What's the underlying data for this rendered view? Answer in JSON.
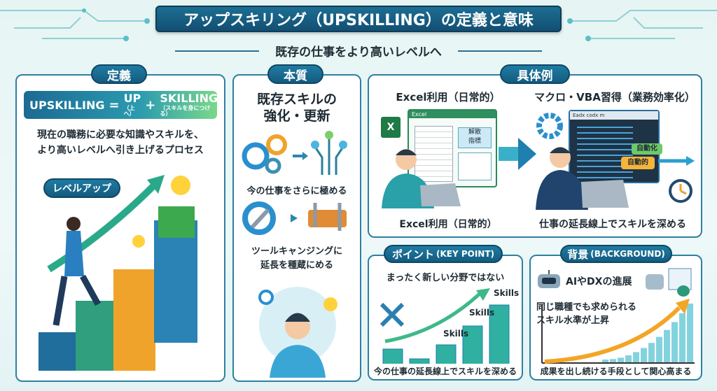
{
  "title": "アップスキリング（UPSKILLING）の定義と意味",
  "subtitle": "既存の仕事をより高いレベルへ",
  "definition": {
    "tag": "定義",
    "formula": {
      "left": "UPSKILLING",
      "eq": "=",
      "up": "UP",
      "up_note": "（上へ）",
      "plus": "+",
      "skilling": "SKILLING",
      "skilling_note": "（スキルを身につける）"
    },
    "text_line1": "現在の職務に必要な知識やスキルを、",
    "text_line2": "より高いレベルへ引き上げるプロセス",
    "bubble": "レベルアップ"
  },
  "essence": {
    "tag": "本質",
    "heading_line1": "既存スキルの",
    "heading_line2": "強化・更新",
    "caption1": "今の仕事をさらに極める",
    "caption2_line1": "ツールキャンジングに",
    "caption2_line2": "延長を種蔵にめる"
  },
  "examples": {
    "tag": "具体例",
    "left_title": "Excel利用（日常的）",
    "right_title": "マクロ・VBA習得（業務効率化）",
    "left_caption": "Excel利用（日常的）",
    "right_caption": "仕事の延長線上でスキルを深める",
    "excel_label": "Excel",
    "excel_card": "解散\n指標",
    "code_label": "Eadx codx m",
    "auto1": "自動化",
    "auto2": "自動的"
  },
  "point": {
    "tag": "ポイント",
    "tag_en": "(KEY POINT)",
    "heading": "まったく新しい分野ではない",
    "bar_labels": [
      "Skills",
      "Skills",
      "Skills"
    ],
    "caption": "今の仕事の延長線上でスキルを深める"
  },
  "background": {
    "tag": "背景",
    "tag_en": "(BACKGROUND)",
    "heading": "AIやDXの進展",
    "text_line1": "同じ職種でも求められる",
    "text_line2": "スキル水準が上昇",
    "caption": "成果を出し続ける手段として関心高まる"
  },
  "colors": {
    "primary": "#145c80",
    "accent": "#f3a526",
    "green": "#4cc08a"
  }
}
